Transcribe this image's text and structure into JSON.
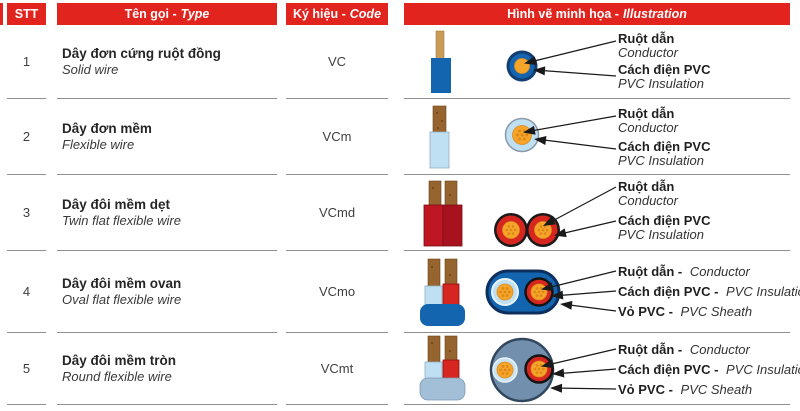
{
  "header": {
    "stt": "STT",
    "ten_goi": {
      "vi": "Tên gọi -",
      "en": "Type"
    },
    "ky_hieu": {
      "vi": "Ký hiệu -",
      "en": "Code"
    },
    "hinh_ve": {
      "vi": "Hình vẽ minh họa -",
      "en": "Illustration"
    }
  },
  "rows": [
    {
      "stt": "1",
      "name_vi": "Dây đơn cứng ruột đồng",
      "name_en": "Solid wire",
      "code": "VC",
      "illustration": "solid-copper-wire-blue-pvc",
      "labels": [
        {
          "vi": "Ruột dẫn",
          "en": "Conductor"
        },
        {
          "vi": "Cách điện PVC",
          "en": "PVC Insulation"
        }
      ]
    },
    {
      "stt": "2",
      "name_vi": "Dây đơn mềm",
      "name_en": "Flexible wire",
      "code": "VCm",
      "illustration": "stranded-wire-lightblue-pvc",
      "labels": [
        {
          "vi": "Ruột dẫn",
          "en": "Conductor"
        },
        {
          "vi": "Cách điện PVC",
          "en": "PVC Insulation"
        }
      ]
    },
    {
      "stt": "3",
      "name_vi": "Dây đôi mềm dẹt",
      "name_en": "Twin flat flexible wire",
      "code": "VCmd",
      "illustration": "twin-flat-red-wires",
      "labels": [
        {
          "vi": "Ruột dẫn",
          "en": "Conductor"
        },
        {
          "vi": "Cách điện PVC",
          "en": "PVC Insulation"
        }
      ]
    },
    {
      "stt": "4",
      "name_vi": "Dây đôi mềm ovan",
      "name_en": "Oval flat flexible wire",
      "code": "VCmo",
      "illustration": "oval-sheathed-twin-wire",
      "labels": [
        {
          "vi": "Ruột dẫn -",
          "en": "Conductor"
        },
        {
          "vi": "Cách điện PVC -",
          "en": "PVC Insulation"
        },
        {
          "vi": "Vỏ PVC -",
          "en": "PVC Sheath"
        }
      ]
    },
    {
      "stt": "5",
      "name_vi": "Dây đôi mềm tròn",
      "name_en": "Round flexible wire",
      "code": "VCmt",
      "illustration": "round-sheathed-twin-wire",
      "labels": [
        {
          "vi": "Ruột dẫn -",
          "en": "Conductor"
        },
        {
          "vi": "Cách điện PVC -",
          "en": "PVC Insulation"
        },
        {
          "vi": "Vỏ PVC -",
          "en": "PVC Sheath"
        }
      ]
    }
  ],
  "colors": {
    "header_red": "#E2241E",
    "pvc_blue": "#1465B0",
    "pvc_navy_outline": "#123E73",
    "pvc_light_blue": "#BFDFF2",
    "pvc_red": "#D6261F",
    "sheath_slate": "#7290AE",
    "conductor_orange": "#F5A62A",
    "copper_rod_brown": "#96652F",
    "separator_gray": "#8F8F8F",
    "text_dark": "#262626"
  }
}
